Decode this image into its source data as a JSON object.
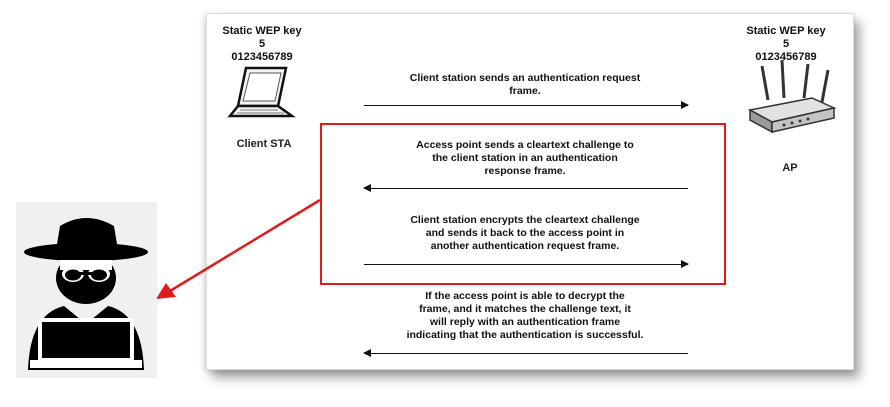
{
  "left_node": {
    "key_line1": "Static WEP key 5",
    "key_line2": "0123456789",
    "label": "Client STA",
    "icon": "laptop-icon"
  },
  "right_node": {
    "key_line1": "Static WEP key 5",
    "key_line2": "0123456789",
    "label": "AP",
    "icon": "access-point-icon"
  },
  "messages": [
    {
      "lines": [
        "Client station sends an authentication request",
        "frame."
      ],
      "direction": "right"
    },
    {
      "lines": [
        "Access point sends a cleartext challenge to",
        "the client station in an authentication",
        "response frame."
      ],
      "direction": "left"
    },
    {
      "lines": [
        "Client station encrypts the cleartext challenge",
        "and sends it back to the access point in",
        "another authentication request frame."
      ],
      "direction": "right"
    },
    {
      "lines": [
        "If the access point is able to decrypt the",
        "frame, and it matches the challenge text, it",
        "will reply with an authentication frame",
        "indicating that the authentication is successful."
      ],
      "direction": "left"
    }
  ],
  "highlight": {
    "color": "#e01b1b",
    "icon": "hacker-icon"
  }
}
